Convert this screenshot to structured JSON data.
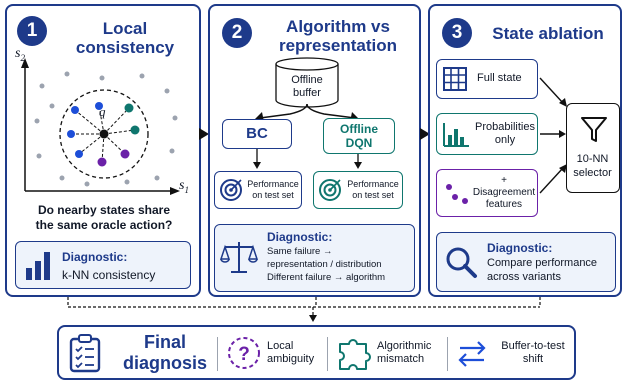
{
  "panel1": {
    "number": "1",
    "title_line1": "Local",
    "title_line2": "consistency",
    "axis_y": "s",
    "axis_y_sub": "2",
    "axis_x": "s",
    "axis_x_sub": "1",
    "query_label": "q",
    "question_line1": "Do nearby states share",
    "question_line2": "the same oracle action?",
    "diagnostic_title": "Diagnostic:",
    "diagnostic_text": "k-NN consistency"
  },
  "panel2": {
    "number": "2",
    "title_line1": "Algorithm vs",
    "title_line2": "representation",
    "buffer_line1": "Offline",
    "buffer_line2": "buffer",
    "bc_label": "BC",
    "dqn_line1": "Offline",
    "dqn_line2": "DQN",
    "perf_line1": "Performance",
    "perf_line2": "on test set",
    "diagnostic_title": "Diagnostic:",
    "diag_line1": "Same failure →",
    "diag_line2": "representation / distribution",
    "diag_line3": "Different failure → algorithm"
  },
  "panel3": {
    "number": "3",
    "title": "State ablation",
    "variants": [
      "Full state",
      "Probabilities only",
      "+ Disagreement features"
    ],
    "variant_lines": [
      [
        "Full state"
      ],
      [
        "Probabilities",
        "only"
      ],
      [
        "+",
        "Disagreement",
        "features"
      ]
    ],
    "selector_line1": "10-NN",
    "selector_line2": "selector",
    "diagnostic_title": "Diagnostic:",
    "diag_line1": "Compare performance",
    "diag_line2": "across variants"
  },
  "final": {
    "title_line1": "Final",
    "title_line2": "diagnosis",
    "items": [
      {
        "line1": "Local",
        "line2": "ambiguity"
      },
      {
        "line1": "Algorithmic",
        "line2": "mismatch"
      },
      {
        "line1": "Buffer-to-test",
        "line2": "shift"
      }
    ]
  },
  "colors": {
    "navy": "#1e3a8a",
    "teal": "#0f766e",
    "purple": "#6b21a8",
    "blue": "#1d4ed8",
    "light_fill": "#eef3fb"
  },
  "icons": [
    "grid-icon",
    "bar-chart-icon",
    "scatter-dots-icon",
    "funnel-icon",
    "target-icon",
    "scales-icon",
    "magnifier-icon",
    "clipboard-icon",
    "question-icon",
    "puzzle-icon",
    "swap-arrows-icon"
  ]
}
